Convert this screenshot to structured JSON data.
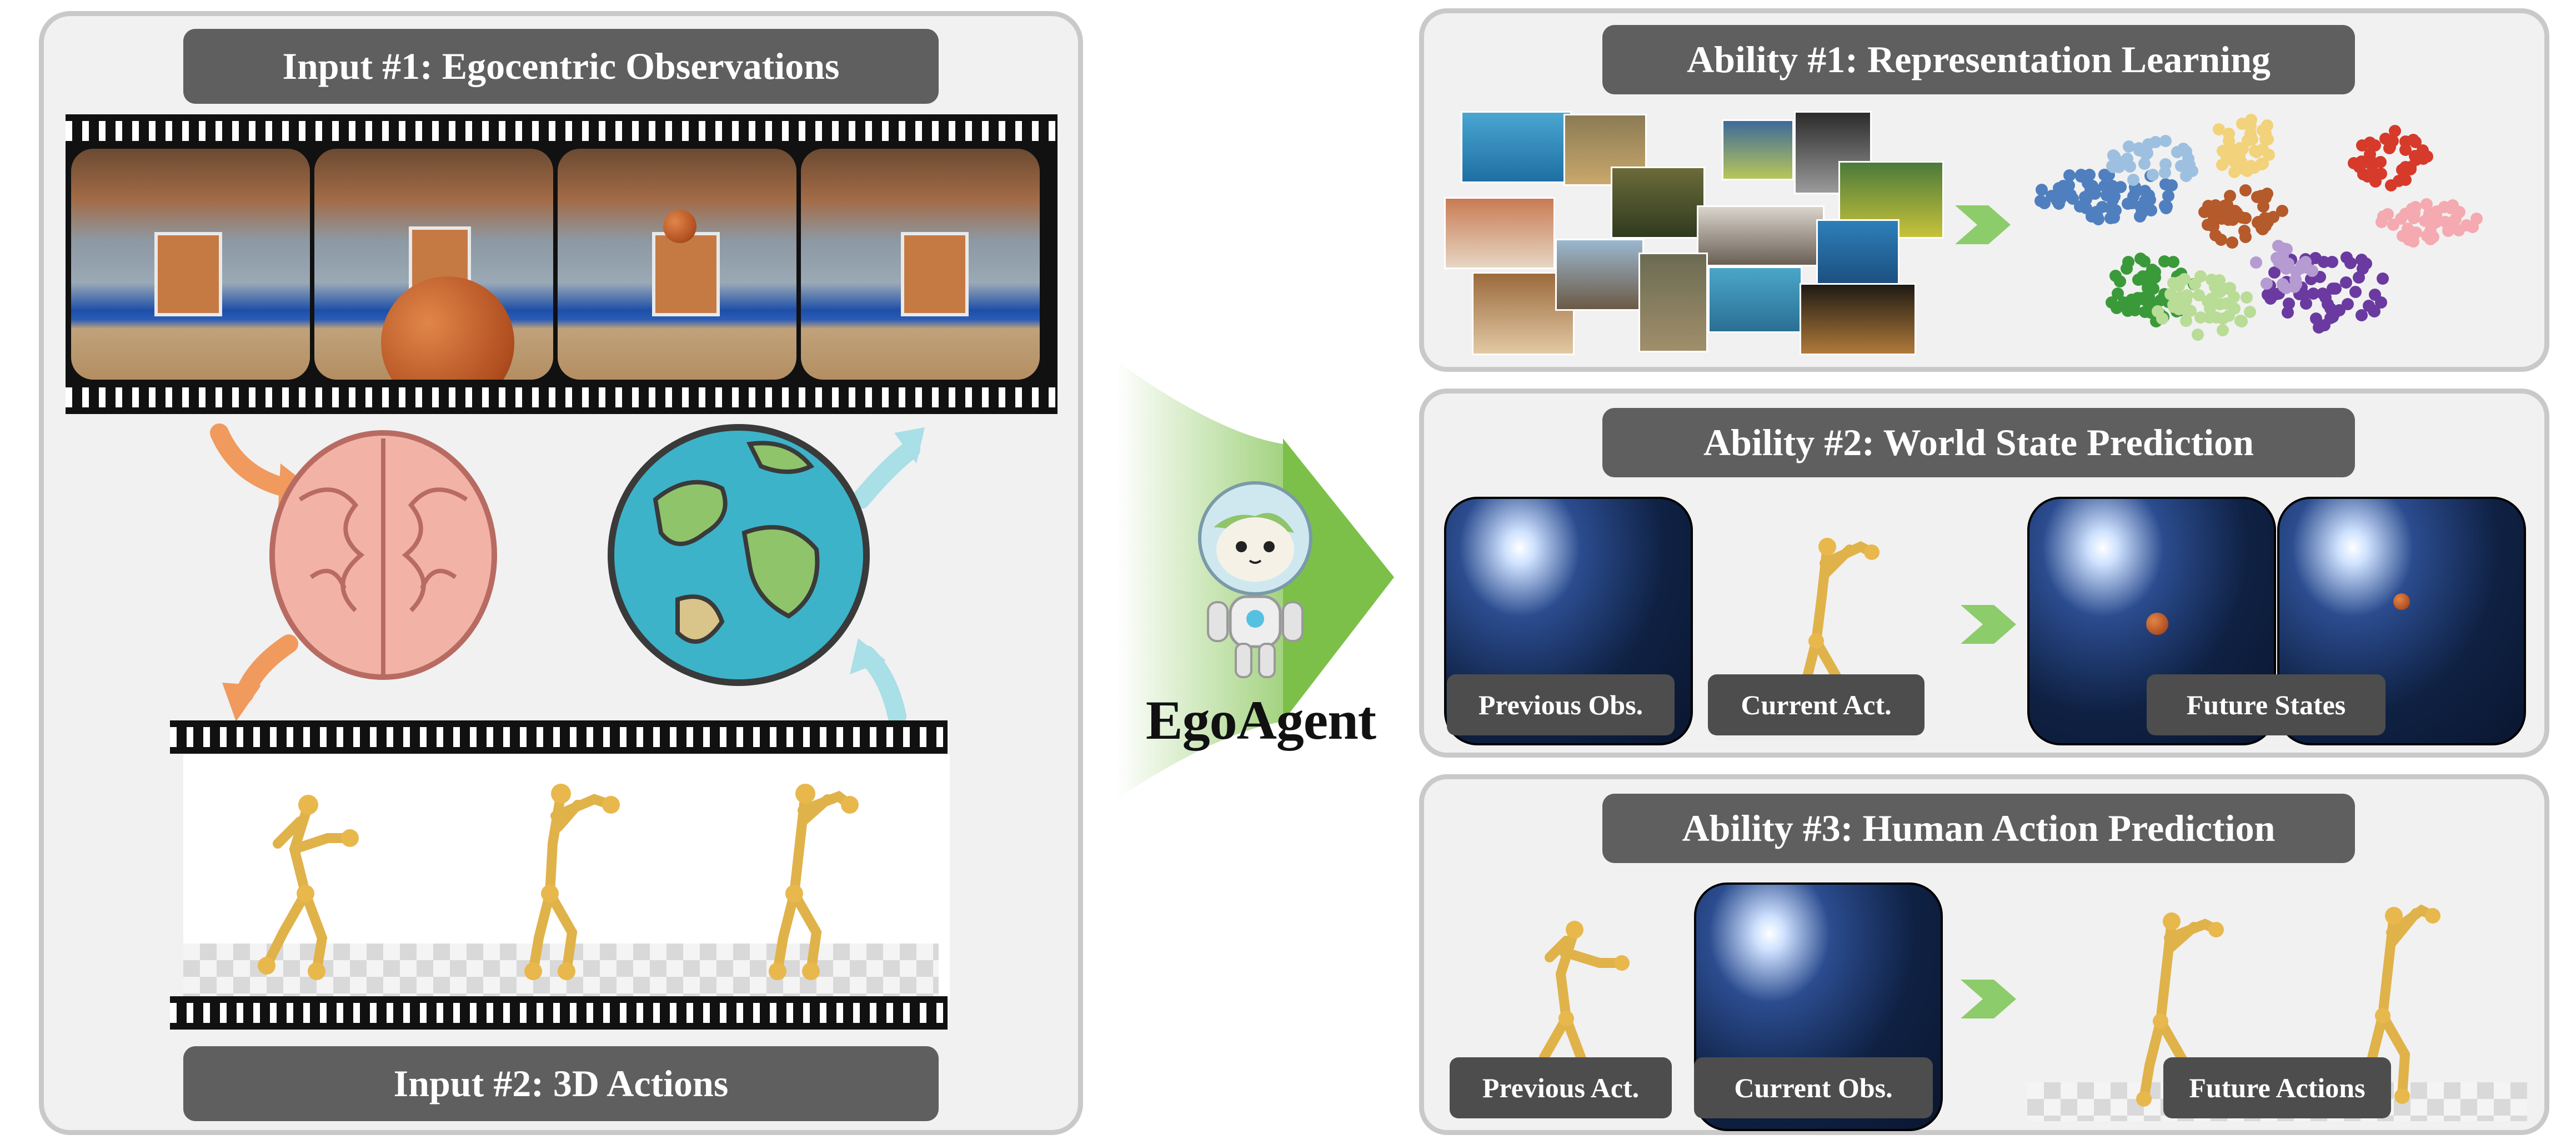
{
  "input1": {
    "title": "Input #1: Egocentric Observations"
  },
  "input2": {
    "title": "Input #2: 3D Actions"
  },
  "agent": {
    "name": "EgoAgent"
  },
  "ability1": {
    "title": "Ability #1: Representation Learning"
  },
  "ability2": {
    "title": "Ability #2: World State Prediction",
    "labels": {
      "previous_obs": "Previous Obs.",
      "current_act": "Current Act.",
      "future_states": "Future States"
    }
  },
  "ability3": {
    "title": "Ability #3: Human Action Prediction",
    "labels": {
      "previous_act": "Previous Act.",
      "current_obs": "Current Obs.",
      "future_actions": "Future Actions"
    }
  },
  "colors": {
    "panel_border": "#c9c9c9",
    "panel_fill": "#f1f1f1",
    "title_pill": "#5f5f5f",
    "label_pill": "#4d4d4d",
    "arrow_orange": "#f09a5e",
    "arrow_cyan": "#a9dfe6",
    "arrow_green": "#7cc04a",
    "skeleton": "#e0b24a"
  },
  "icons": [
    "brain-icon",
    "earth-icon",
    "robot-mascot-icon",
    "skeleton-icon",
    "film-strip-icon"
  ]
}
